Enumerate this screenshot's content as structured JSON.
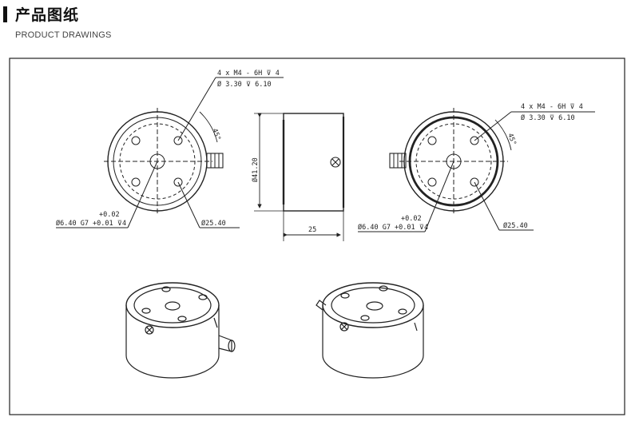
{
  "header": {
    "title": "产品图纸",
    "subtitle": "PRODUCT DRAWINGS"
  },
  "drawing": {
    "left_view": {
      "thread_callout": "4 x M4 - 6H ⊽ 4",
      "drill_callout": "Ø 3.30 ⊽ 6.10",
      "angle": "45°",
      "tol_upper": "+0.02",
      "bore_callout": "Ø6.40 G7 +0.01 ⊽4",
      "pcd": "Ø25.40"
    },
    "side_view": {
      "diameter": "Ø41.20",
      "length": "25"
    },
    "right_view": {
      "thread_callout": "4 x M4 - 6H ⊽ 4",
      "drill_callout": "Ø 3.30 ⊽ 6.10",
      "angle": "45°",
      "tol_upper": "+0.02",
      "bore_callout": "Ø6.40 G7 +0.01 ⊽4",
      "pcd": "Ø25.40"
    }
  }
}
